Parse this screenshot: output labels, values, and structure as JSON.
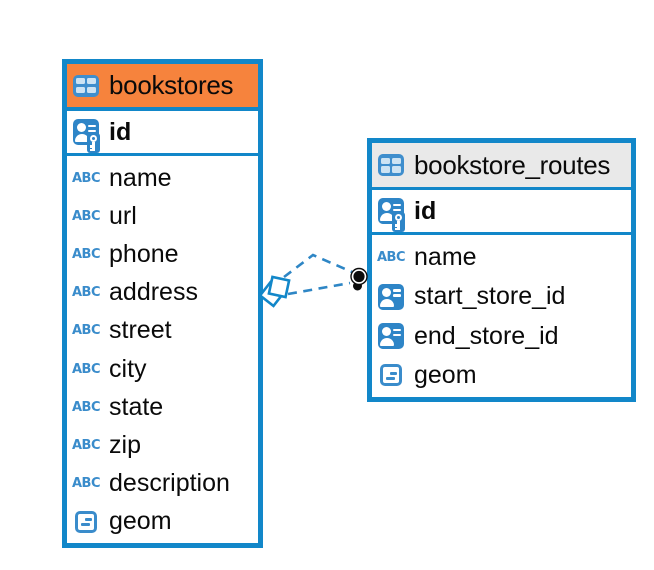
{
  "diagram": {
    "kind": "entity-relationship-diagram",
    "background": "#ffffff"
  },
  "colors": {
    "table_border_blue": "#1287c9",
    "icon_blue": "#3a8ccb",
    "icon_fill_blue": "#2e85c7",
    "selected_header_orange": "#f6833d",
    "header_gray": "#e9e9e9",
    "connector_dash_blue": "#2e86c5",
    "text": "#0a0a0a",
    "marker_dot_black": "#0c0c0c"
  },
  "icons": {
    "text_type_glyph": "ABC"
  },
  "tables": [
    {
      "name": "bookstores",
      "selected": true,
      "header_icon": "table-icon",
      "primary_key": {
        "label": "id",
        "icon": "primary-key-icon"
      },
      "columns": [
        {
          "label": "name",
          "icon": "text-type-icon"
        },
        {
          "label": "url",
          "icon": "text-type-icon"
        },
        {
          "label": "phone",
          "icon": "text-type-icon"
        },
        {
          "label": "address",
          "icon": "text-type-icon"
        },
        {
          "label": "street",
          "icon": "text-type-icon"
        },
        {
          "label": "city",
          "icon": "text-type-icon"
        },
        {
          "label": "state",
          "icon": "text-type-icon"
        },
        {
          "label": "zip",
          "icon": "text-type-icon"
        },
        {
          "label": "description",
          "icon": "text-type-icon"
        },
        {
          "label": "geom",
          "icon": "geometry-type-icon"
        }
      ]
    },
    {
      "name": "bookstore_routes",
      "selected": false,
      "header_icon": "table-icon",
      "primary_key": {
        "label": "id",
        "icon": "primary-key-icon"
      },
      "columns": [
        {
          "label": "name",
          "icon": "text-type-icon"
        },
        {
          "label": "start_store_id",
          "icon": "reference-type-icon"
        },
        {
          "label": "end_store_id",
          "icon": "reference-type-icon"
        },
        {
          "label": "geom",
          "icon": "geometry-type-icon"
        }
      ]
    }
  ],
  "relationships": [
    {
      "from_table": "bookstores",
      "to_table": "bookstore_routes",
      "line_count": 2,
      "line_style": "dashed",
      "source_marker": "diamond",
      "target_marker": "filled-circle"
    }
  ]
}
